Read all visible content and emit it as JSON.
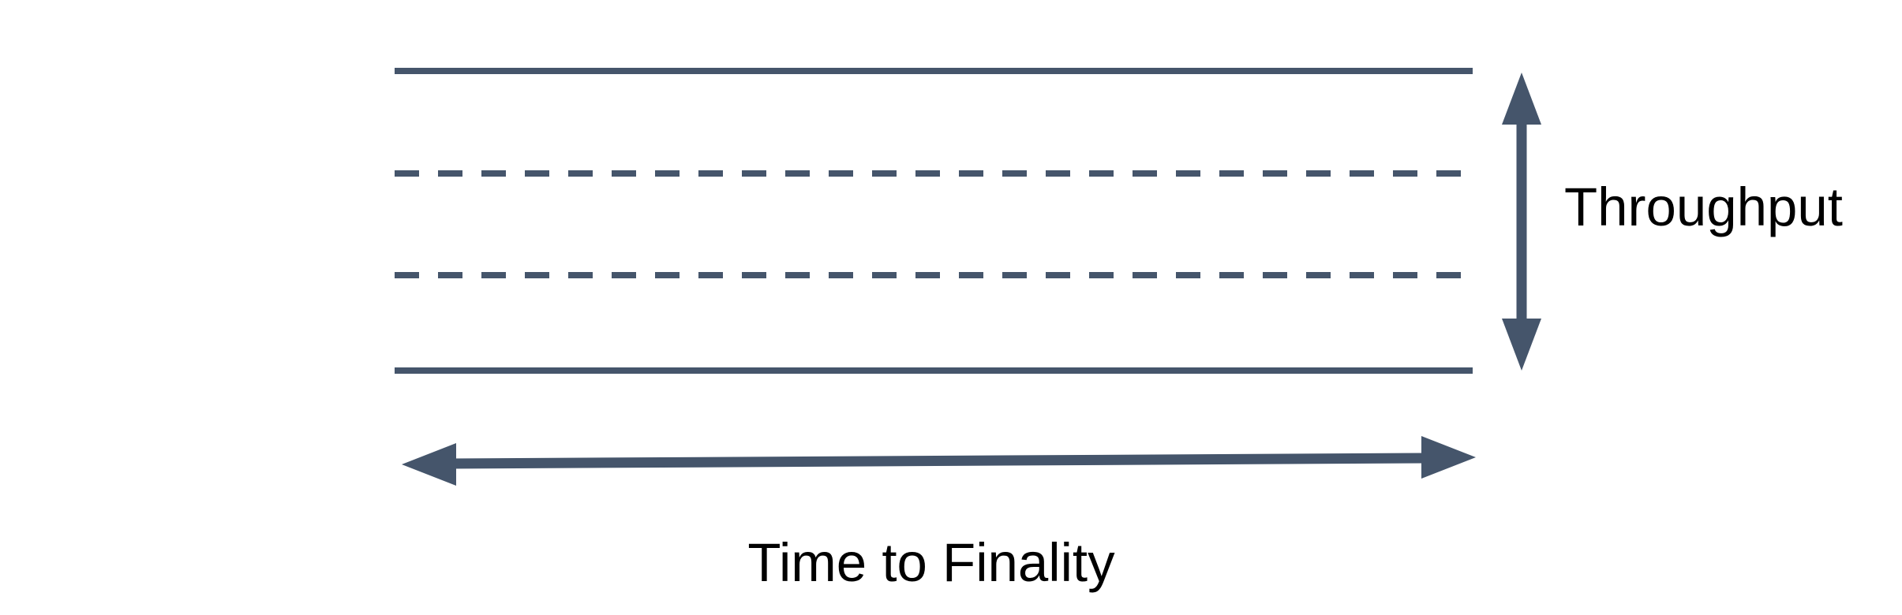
{
  "colors": {
    "line": "#45556b",
    "label_text": "#000000",
    "background": "#ffffff"
  },
  "labels": {
    "throughput": "Throughput",
    "time_to_finality": "Time to Finality"
  },
  "diagram": {
    "type": "band-diagram",
    "lines": [
      {
        "role": "top-boundary",
        "style": "solid"
      },
      {
        "role": "inner-level-1",
        "style": "dashed"
      },
      {
        "role": "inner-level-2",
        "style": "dashed"
      },
      {
        "role": "bottom-boundary",
        "style": "solid"
      }
    ],
    "arrows": [
      {
        "orientation": "vertical",
        "heads": "both",
        "label": "Throughput"
      },
      {
        "orientation": "horizontal",
        "heads": "both",
        "label": "Time to Finality"
      }
    ]
  }
}
